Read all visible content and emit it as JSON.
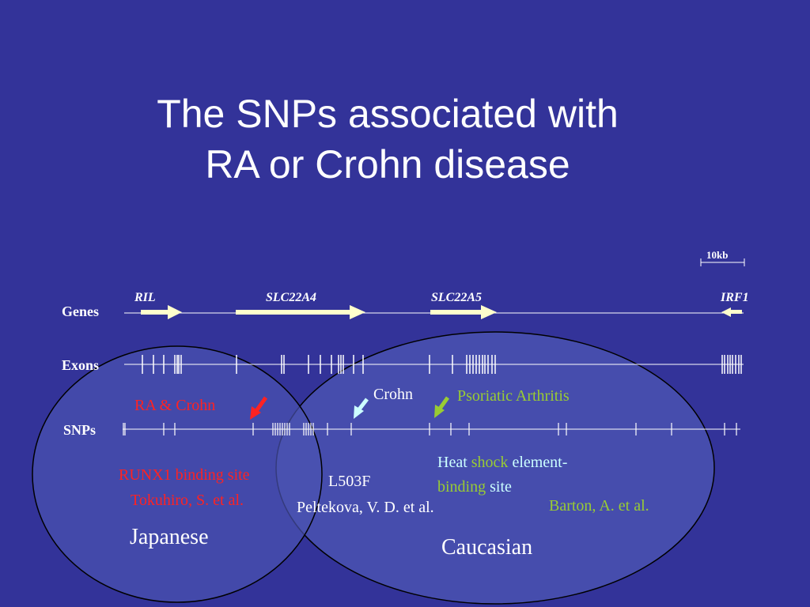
{
  "title_line1": "The SNPs associated with",
  "title_line2": "RA or Crohn disease",
  "scale_bar": "10kb",
  "tracks": {
    "genes": "Genes",
    "exons": "Exons",
    "snps": "SNPs"
  },
  "genes": [
    {
      "name": "RIL",
      "strand": "+"
    },
    {
      "name": "SLC22A4",
      "strand": "+"
    },
    {
      "name": "SLC22A5",
      "strand": "+"
    },
    {
      "name": "IRF1",
      "strand": "-"
    }
  ],
  "annotations": {
    "ra_crohn": "RA & Crohn",
    "crohn": "Crohn",
    "psoriatic": "Psoriatic Arthritis",
    "runx1": "RUNX1 binding site",
    "tokuhiro": "Tokuhiro, S. et al.",
    "l503f": "L503F",
    "peltekova": "Peltekova, V. D. et al.",
    "heat_line1": [
      "Heat ",
      "shock",
      " element-"
    ],
    "heat_line2": [
      "binding",
      " site"
    ],
    "barton": "Barton, A. et al.",
    "japanese": "Japanese",
    "caucasian": "Caucasian"
  },
  "colors": {
    "background": "#333399",
    "ellipse_fill": "#4a52b0",
    "red": "#ff2222",
    "green": "#99cc33",
    "cyan": "#ccffff",
    "gene_arrow": "#ffffcc"
  }
}
